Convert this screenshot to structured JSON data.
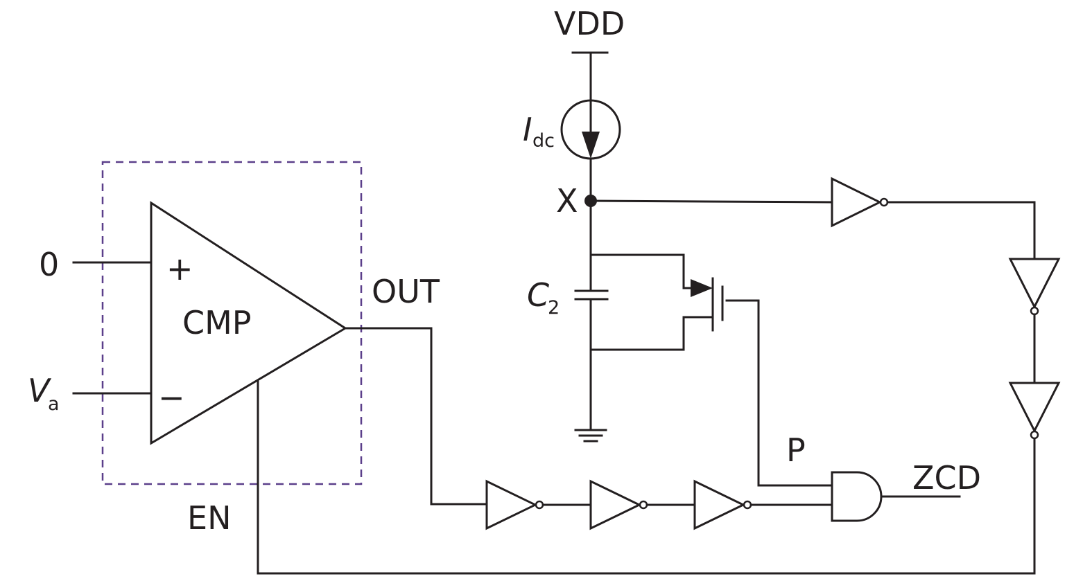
{
  "labels": {
    "vdd": "VDD",
    "idc_main": "I",
    "idc_sub": "dc",
    "node_x": "X",
    "c2_main": "C",
    "c2_sub": "2",
    "input_zero": "0",
    "va_main": "V",
    "va_sub": "a",
    "plus": "+",
    "minus": "−",
    "comparator": "CMP",
    "out": "OUT",
    "en": "EN",
    "p": "P",
    "zcd": "ZCD"
  },
  "colors": {
    "wire": "#231f20",
    "dashed_box": "#5b3f8a",
    "background": "#ffffff"
  },
  "components": {
    "comparator": "comparator-triangle",
    "current_source": "current-source-arrow-down",
    "capacitor": "capacitor",
    "pmos_switch": "pmos-transistor",
    "ground": "ground-symbol",
    "and_gate": "and-gate",
    "inverters": [
      "inverter-1",
      "inverter-2",
      "inverter-3",
      "inverter-x",
      "inverter-v1",
      "inverter-v2"
    ]
  }
}
